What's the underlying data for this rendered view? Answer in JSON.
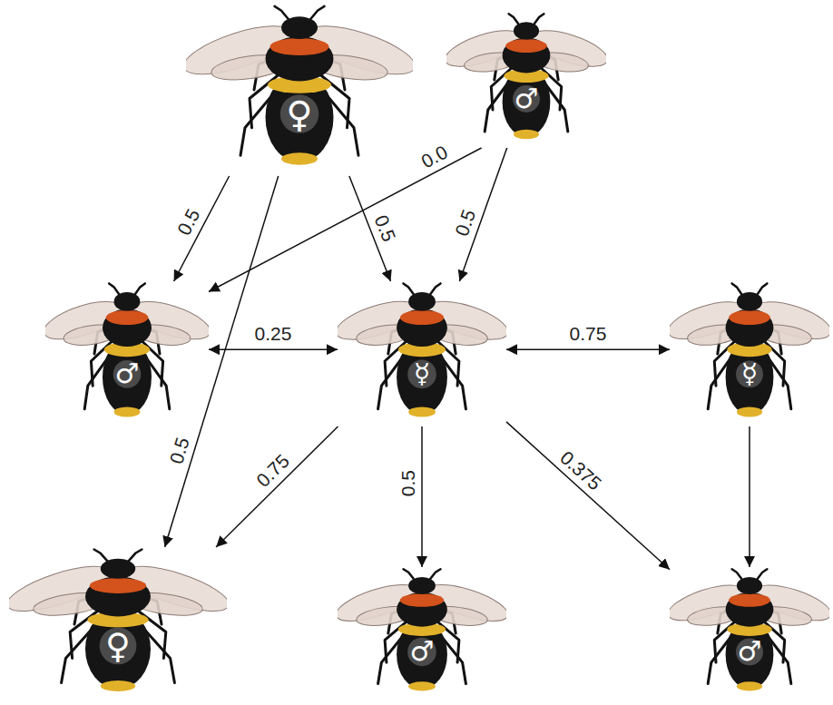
{
  "diagram": {
    "nodes": [
      {
        "text": [
          "♀"
        ]
      },
      {
        "text": [
          "♂"
        ]
      },
      {
        "text": [
          "♂"
        ]
      },
      {
        "text": [
          "☿"
        ]
      },
      {
        "text": [
          "☿"
        ]
      },
      {
        "text": [
          "♀"
        ]
      },
      {
        "text": [
          "♂"
        ]
      },
      {
        "text": [
          "♂"
        ]
      }
    ],
    "edges": [
      {
        "from": 0,
        "to": 2,
        "label": "0.5",
        "arrow": "to"
      },
      {
        "from": 1,
        "to": 2,
        "label": "0.0",
        "arrow": "to"
      },
      {
        "from": 0,
        "to": 3,
        "label": "0.5",
        "arrow": "to"
      },
      {
        "from": 1,
        "to": 3,
        "label": "0.5",
        "arrow": "to"
      },
      {
        "from": 2,
        "to": 3,
        "label": "0.25",
        "arrow": "both"
      },
      {
        "from": 3,
        "to": 4,
        "label": "0.75",
        "arrow": "both"
      },
      {
        "from": 0,
        "to": 5,
        "label": "0.5",
        "arrow": "to"
      },
      {
        "from": 3,
        "to": 5,
        "label": "0.75",
        "arrow": "to"
      },
      {
        "from": 3,
        "to": 6,
        "label": "0.5",
        "arrow": "to"
      },
      {
        "from": 3,
        "to": 7,
        "label": "0.375",
        "arrow": "to"
      },
      {
        "from": 4,
        "to": 7,
        "arrow": "to"
      }
    ]
  }
}
